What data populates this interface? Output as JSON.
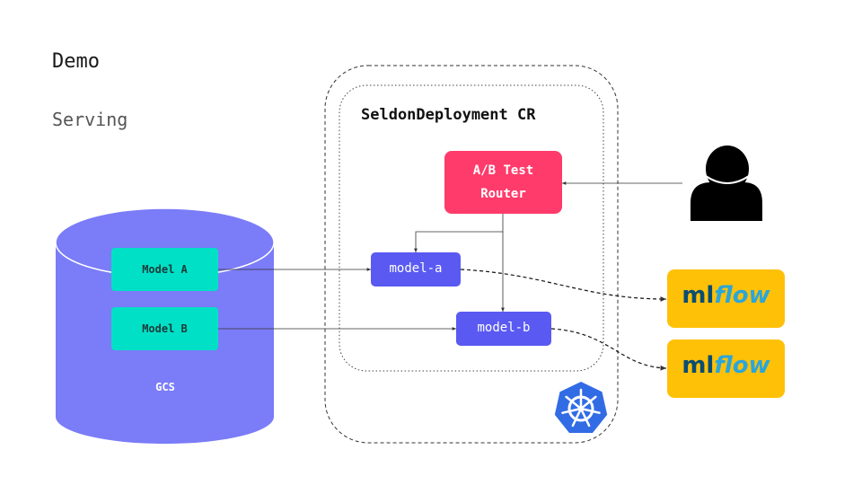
{
  "slide": {
    "title": "Demo",
    "subtitle": "Serving"
  },
  "storage": {
    "label": "GCS",
    "color": "#7b7cf7",
    "models": [
      {
        "label": "Model A"
      },
      {
        "label": "Model B"
      }
    ]
  },
  "cluster": {
    "cr_title": "SeldonDeployment CR",
    "router": {
      "line1": "A/B Test",
      "line2": "Router",
      "color": "#ff3b6b"
    },
    "deployments": [
      {
        "label": "model-a"
      },
      {
        "label": "model-b"
      }
    ],
    "platform_icon": "kubernetes-icon"
  },
  "user_icon": "user-icon",
  "tracking": {
    "logo_parts": [
      "ml",
      "flow"
    ],
    "badge_color": "#ffc107"
  },
  "colors": {
    "model_chip": "#00e0c6",
    "deploy_chip": "#5a5af2",
    "kubernetes": "#326ce5"
  }
}
